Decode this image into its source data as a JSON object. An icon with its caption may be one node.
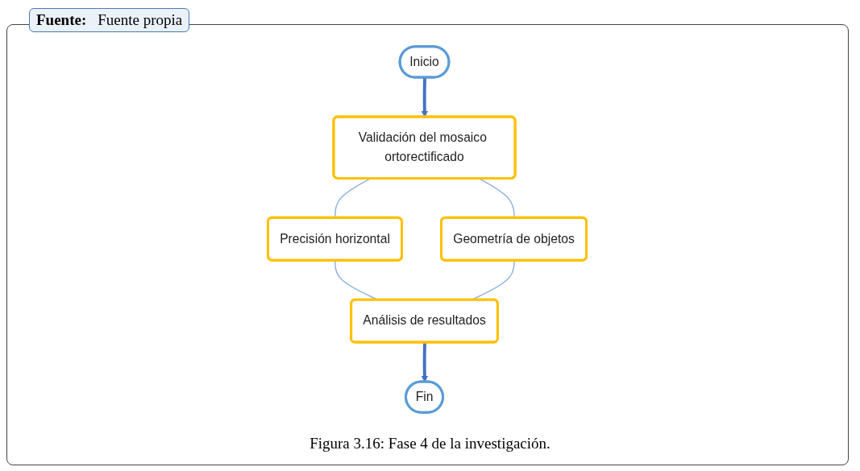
{
  "diagram": {
    "caption": "Figura 3.16: Fase 4 de la investigación.",
    "nodes": [
      {
        "text": [
          "Inicio"
        ]
      },
      {
        "text": [
          "Validación del mosaico ortorectificado"
        ]
      },
      {
        "text": [
          "Precisión horizontal"
        ]
      },
      {
        "text": [
          "Geometría de objetos"
        ]
      },
      {
        "text": [
          "Análisis de resultados"
        ]
      },
      {
        "text": [
          "Fin"
        ]
      }
    ],
    "edges": [
      {
        "from": 0,
        "to": 1,
        "arrow": "to",
        "style": "thick",
        "color": "#4472c4"
      },
      {
        "from": 1,
        "to": 2,
        "arrow": "none"
      },
      {
        "from": 1,
        "to": 3,
        "arrow": "none"
      },
      {
        "from": 2,
        "to": 4,
        "arrow": "none"
      },
      {
        "from": 3,
        "to": 4,
        "arrow": "none"
      },
      {
        "from": 4,
        "to": 5,
        "arrow": "to",
        "style": "thick",
        "color": "#4472c4"
      }
    ],
    "labels": [
      "Fuente:",
      "Fuente propia"
    ]
  }
}
